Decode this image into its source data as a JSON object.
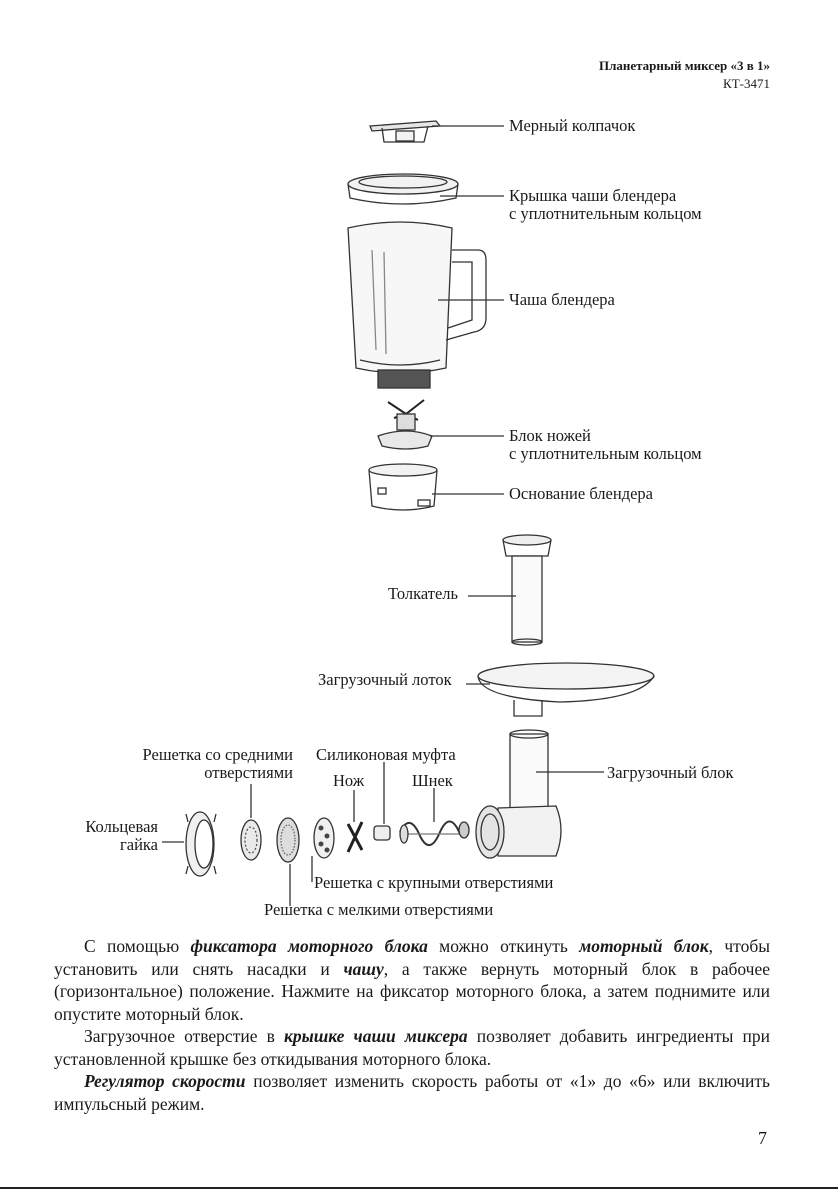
{
  "header": {
    "title": "Планетарный миксер «3 в 1»",
    "model": "КТ-3471"
  },
  "labels": {
    "measuring_cap": "Мерный колпачок",
    "lid_line1": "Крышка чаши блендера",
    "lid_line2": "с уплотнительным кольцом",
    "jar": "Чаша блендера",
    "blade_line1": "Блок ножей",
    "blade_line2": "с уплотнительным кольцом",
    "base": "Основание блендера",
    "pusher": "Толкатель",
    "tray": "Загрузочный лоток",
    "medium_grid_line1": "Решетка со средними",
    "medium_grid_line2": "отверстиями",
    "silicone": "Силиконовая муфта",
    "knife": "Нож",
    "auger": "Шнек",
    "feed_unit": "Загрузочный блок",
    "nut_line1": "Кольцевая",
    "nut_line2": "гайка",
    "coarse_grid": "Решетка с крупными отверстиями",
    "fine_grid": "Решетка с мелкими отверстиями"
  },
  "body": {
    "p1_a": "С помощью ",
    "p1_b": "фиксатора моторного блока",
    "p1_c": " можно откинуть ",
    "p1_d": "моторный блок",
    "p1_e": ", чтобы установить или снять насадки и ",
    "p1_f": "чашу",
    "p1_g": ", а также вернуть моторный блок в рабочее (горизонтальное) положение. Нажмите на фиксатор моторного блока, а затем поднимите или опустите моторный блок.",
    "p2_a": "Загрузочное отверстие в ",
    "p2_b": "крышке чаши миксера",
    "p2_c": " позволяет добавить ингредиенты при установленной крышке без откидывания моторного блока.",
    "p3_a": "Регулятор скорости",
    "p3_b": " позволяет изменить скорость работы от «1» до «6» или включить импульсный режим."
  },
  "page_number": "7"
}
